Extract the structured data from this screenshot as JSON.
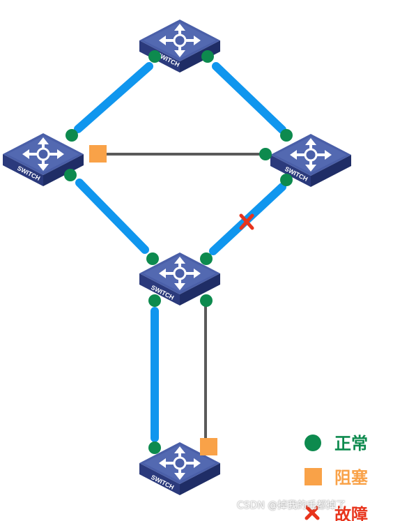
{
  "switches": [
    {
      "id": "top",
      "label": "SWITCH"
    },
    {
      "id": "left",
      "label": "SWITCH"
    },
    {
      "id": "right",
      "label": "SWITCH"
    },
    {
      "id": "middle",
      "label": "SWITCH"
    },
    {
      "id": "bottom",
      "label": "SWITCH"
    }
  ],
  "legend": {
    "normal": "正常",
    "blocked": "阻塞",
    "fault": "故障"
  },
  "colors": {
    "active_link": "#1096ee",
    "inactive_link": "#5a5a5a",
    "normal_port": "#0d8a4e",
    "blocked_port": "#f9a248",
    "fault_mark": "#e8341c",
    "switch_top": "#4a5fa8",
    "switch_side": "#2b3a7c"
  },
  "watermark": "CSDN @掉我的毛都掉了"
}
